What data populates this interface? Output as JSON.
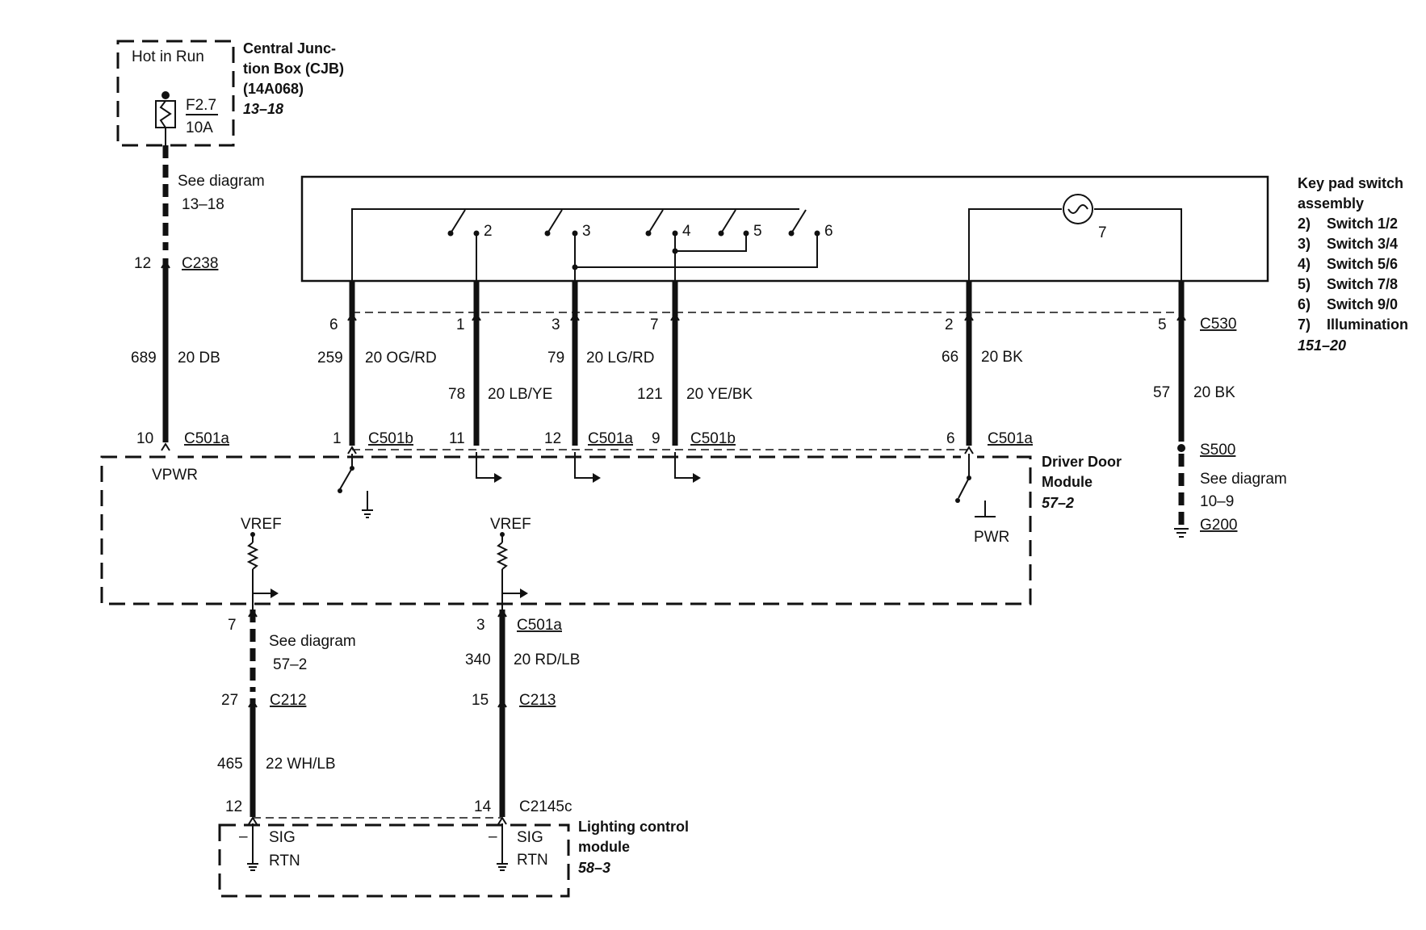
{
  "cjb": {
    "hot_in_run": "Hot in Run",
    "fuse_id": "F2.7",
    "fuse_rating": "10A",
    "title_line1": "Central Junc-",
    "title_line2": "tion Box (CJB)",
    "part_number": "(14A068)",
    "ref": "13–18"
  },
  "vpwr_circuit": {
    "see_diagram": "See diagram",
    "see_ref": "13–18",
    "c238_pin": "12",
    "c238": "C238",
    "circuit": "689",
    "wire": "20 DB",
    "c501a_pin": "10",
    "c501a": "C501a",
    "label": "VPWR"
  },
  "keypad": {
    "title_line1": "Key pad switch",
    "title_line2": "assembly",
    "items": [
      {
        "num": "2)",
        "label": "Switch 1/2"
      },
      {
        "num": "3)",
        "label": "Switch 3/4"
      },
      {
        "num": "4)",
        "label": "Switch 5/6"
      },
      {
        "num": "5)",
        "label": "Switch 7/8"
      },
      {
        "num": "6)",
        "label": "Switch 9/0"
      },
      {
        "num": "7)",
        "label": "Illumination"
      }
    ],
    "ref": "151–20",
    "switch_numbers": [
      "2",
      "3",
      "4",
      "5",
      "6"
    ],
    "lamp_number": "7"
  },
  "c530": {
    "connector": "C530",
    "wires": [
      {
        "top_pin": "6",
        "circuit": "259",
        "wire": "20 OG/RD",
        "bottom_pin": "1",
        "connector": "C501b"
      },
      {
        "top_pin": "1",
        "circuit": "78",
        "wire": "20 LB/YE",
        "bottom_pin": "11",
        "connector": ""
      },
      {
        "top_pin": "3",
        "circuit": "79",
        "wire": "20 LG/RD",
        "bottom_pin": "12",
        "connector": "C501a"
      },
      {
        "top_pin": "7",
        "circuit": "121",
        "wire": "20 YE/BK",
        "bottom_pin": "9",
        "connector": "C501b"
      },
      {
        "top_pin": "2",
        "circuit": "66",
        "wire": "20 BK",
        "bottom_pin": "6",
        "connector": "C501a"
      },
      {
        "top_pin": "5",
        "circuit": "57",
        "wire": "20 BK",
        "bottom_pin": "",
        "connector": ""
      }
    ]
  },
  "ground": {
    "splice": "S500",
    "see_diagram": "See diagram",
    "see_ref": "10–9",
    "ground": "G200"
  },
  "ddm": {
    "title_line1": "Driver Door",
    "title_line2": "Module",
    "ref": "57–2",
    "vref_left": "VREF",
    "vref_right": "VREF",
    "pwr": "PWR"
  },
  "lower_left": {
    "c501a_pin": "7",
    "see_diagram": "See diagram",
    "see_ref": "57–2",
    "c212_pin": "27",
    "c212": "C212",
    "circuit": "465",
    "wire": "22 WH/LB",
    "bottom_pin": "12"
  },
  "lower_right": {
    "c501a_pin": "3",
    "c501a": "C501a",
    "circuit": "340",
    "wire": "20 RD/LB",
    "c213_pin": "15",
    "c213": "C213",
    "bottom_pin": "14",
    "c2145c": "C2145c"
  },
  "lcm": {
    "title_line1": "Lighting control",
    "title_line2": "module",
    "ref": "58–3",
    "sig": "SIG",
    "rtn": "RTN",
    "minus": "–"
  }
}
